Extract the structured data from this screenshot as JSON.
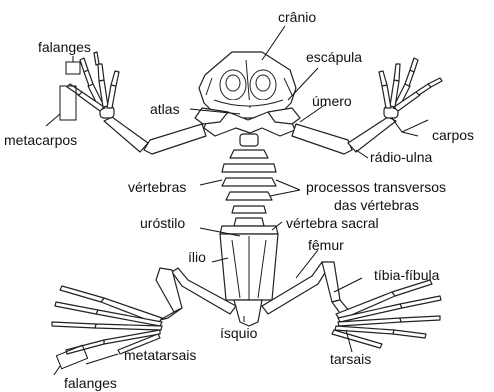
{
  "labels": {
    "cranio": "crânio",
    "escapula": "escápula",
    "falanges_top": "falanges",
    "atlas": "atlas",
    "umero": "úmero",
    "metacarpos": "metacarpos",
    "carpos": "carpos",
    "radio_ulna": "rádio-ulna",
    "vertebras": "vértebras",
    "processos_1": "processos transversos",
    "processos_2": "das vértebras",
    "urostilo": "uróstilo",
    "vertebra_sacral": "vértebra sacral",
    "ilio": "ílio",
    "femur": "fêmur",
    "tibia_fibula": "tíbia-fíbula",
    "isquio": "ísquio",
    "metatarsais": "metatarsais",
    "tarsais": "tarsais",
    "falanges_bottom": "falanges"
  }
}
